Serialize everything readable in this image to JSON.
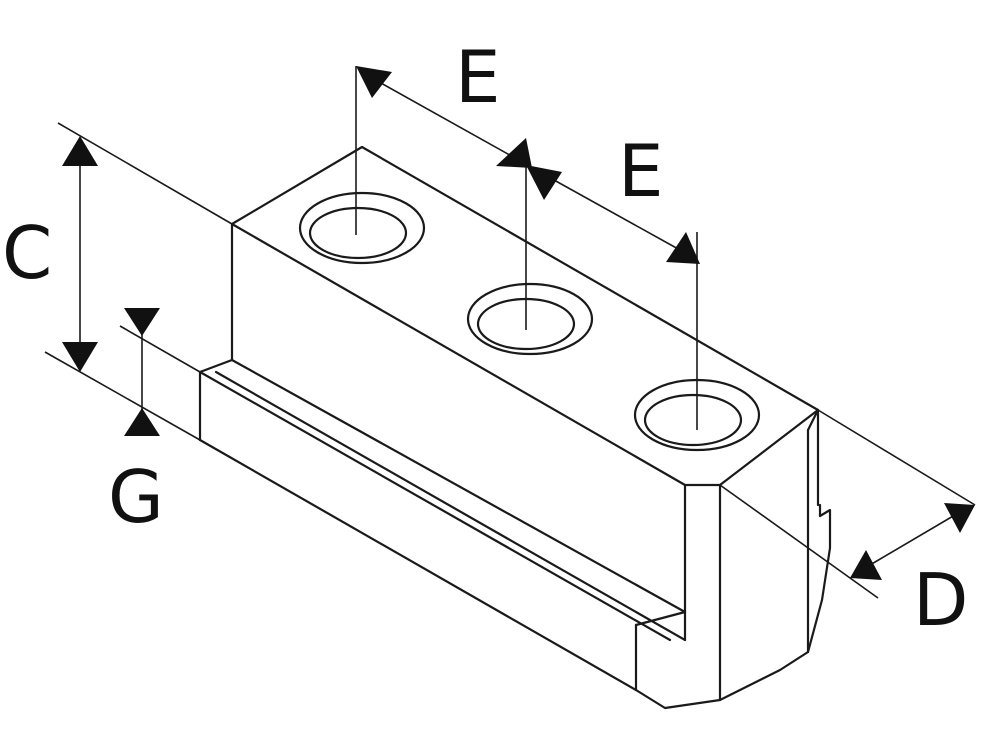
{
  "diagram": {
    "colors": {
      "stroke": "#1a1a1a",
      "background": "#ffffff"
    },
    "labels": {
      "e_top": "E",
      "e_mid": "E",
      "c": "C",
      "g": "G",
      "d": "D"
    }
  }
}
